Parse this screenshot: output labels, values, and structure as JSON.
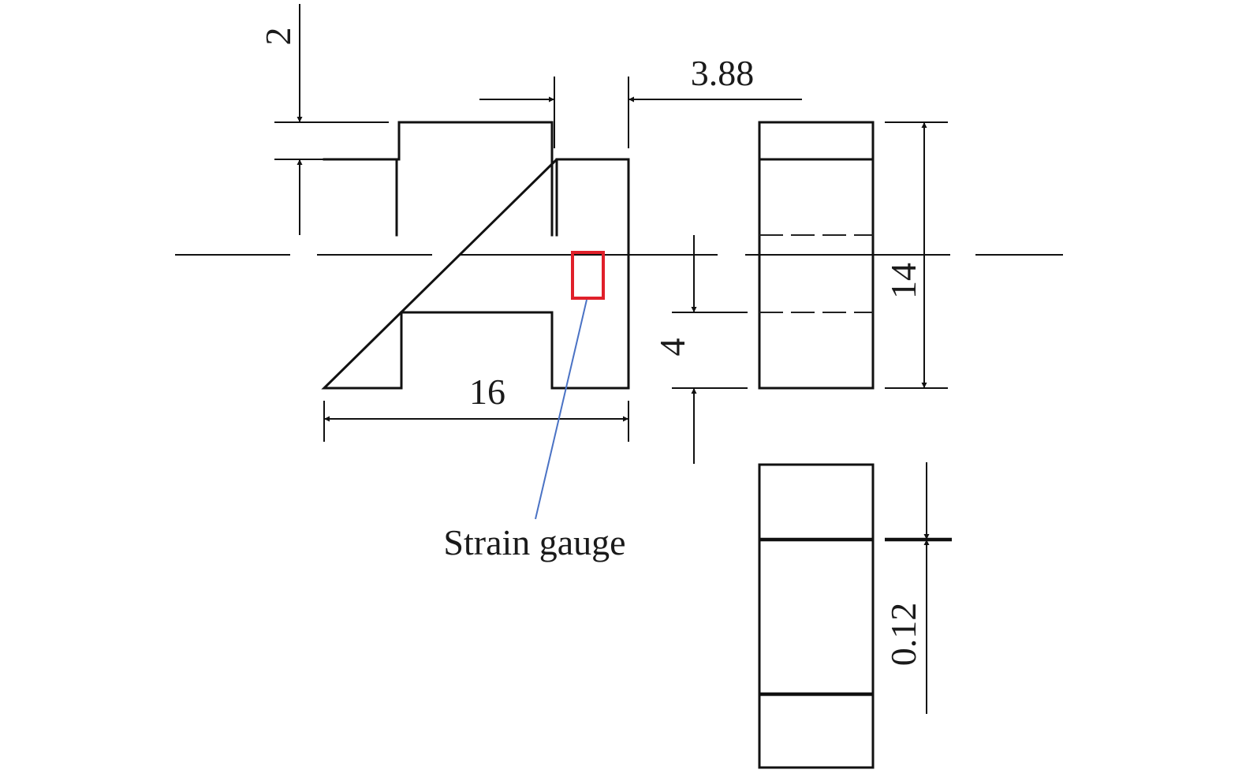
{
  "dimensions": {
    "top_slot_depth": "2",
    "slot_width": "3.88",
    "total_height": "14",
    "web_offset": "4",
    "total_width": "16",
    "thickness": "0.12"
  },
  "annotations": {
    "strain_gauge": "Strain gauge"
  },
  "colors": {
    "line": "#111111",
    "gauge_marker": "#e0202a",
    "leader": "#4a72c4"
  }
}
